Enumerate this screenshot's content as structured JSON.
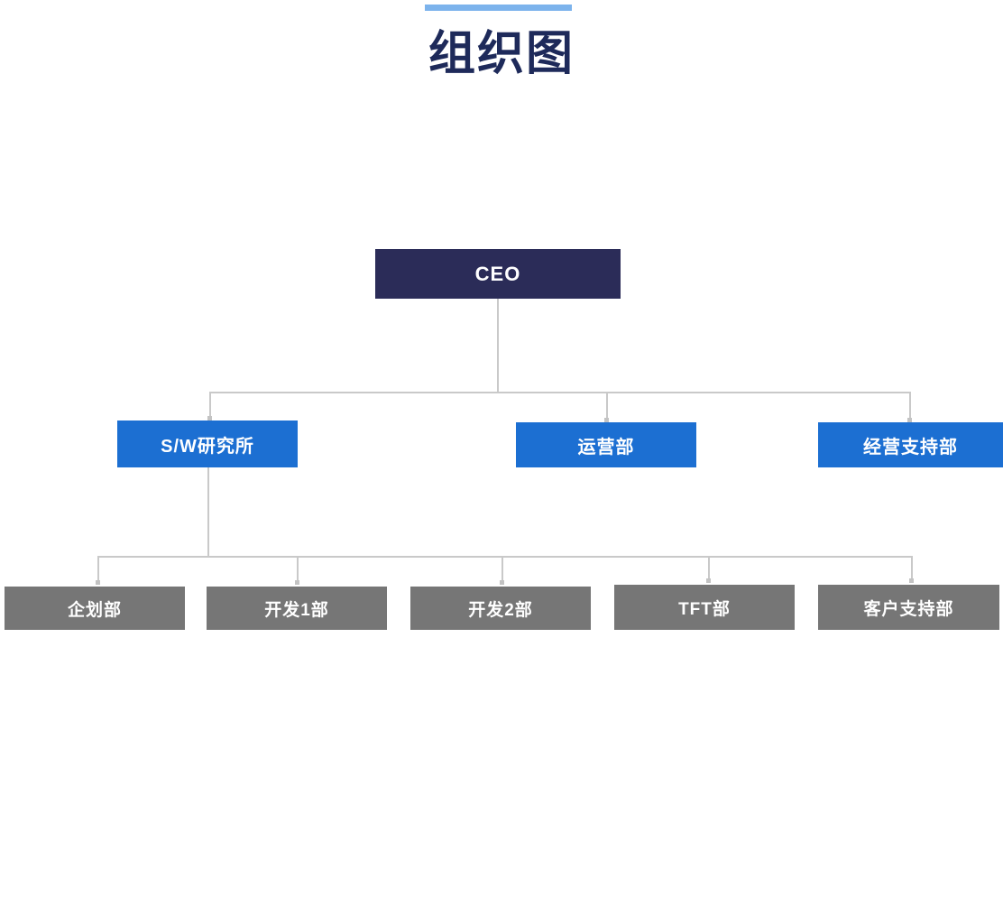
{
  "page": {
    "title": "组织图",
    "accent_color": "#7cb3ec",
    "title_color": "#1e2a5a",
    "background": "#ffffff"
  },
  "palette": {
    "level0_box": "#2b2c58",
    "level1_box": "#1c6fd2",
    "level2_box": "#767676",
    "connector_line": "#c9c9c9",
    "box_text": "#ffffff"
  },
  "org_chart": {
    "root": {
      "id": "ceo",
      "label": "CEO",
      "level": 0
    },
    "level1": [
      {
        "id": "sw-research-institute",
        "label": "S/W研究所",
        "level": 1
      },
      {
        "id": "operations-department",
        "label": "运营部",
        "level": 1
      },
      {
        "id": "management-support-department",
        "label": "经营支持部",
        "level": 1
      }
    ],
    "level2": [
      {
        "id": "planning-department",
        "label": "企划部",
        "level": 2,
        "parent": "sw-research-institute"
      },
      {
        "id": "development-1-department",
        "label": "开发1部",
        "level": 2,
        "parent": "sw-research-institute"
      },
      {
        "id": "development-2-department",
        "label": "开发2部",
        "level": 2,
        "parent": "sw-research-institute"
      },
      {
        "id": "tft-department",
        "label": "TFT部",
        "level": 2,
        "parent": "sw-research-institute"
      },
      {
        "id": "customer-support-department",
        "label": "客户支持部",
        "level": 2,
        "parent": "sw-research-institute"
      }
    ]
  }
}
